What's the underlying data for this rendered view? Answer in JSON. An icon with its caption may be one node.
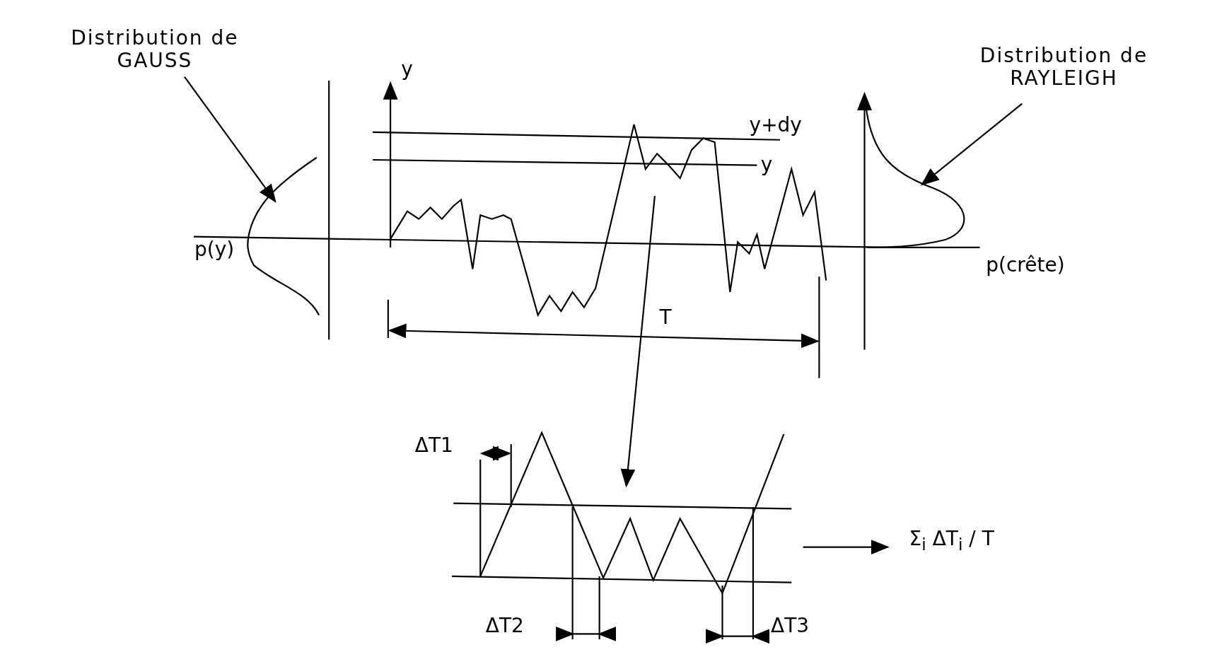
{
  "diagram": {
    "nodes": [
      {
        "text": [
          "Distribution de GAUSS"
        ]
      },
      {
        "text": [],
        "shape": "curve"
      },
      {
        "text": [
          "Distribution de RAYLEIGH"
        ]
      },
      {
        "text": [],
        "shape": "curve"
      },
      {
        "text": [],
        "shape": "curve"
      },
      {
        "text": [],
        "shape": "curve"
      },
      {
        "text": [
          "Σ$_{i}$ ΔT$_{i}$ / T"
        ]
      }
    ],
    "edges": [
      {
        "from": 0,
        "to": 1,
        "arrow": "to"
      },
      {
        "from": 2,
        "to": 3,
        "arrow": "to"
      },
      {
        "from": 4,
        "to": 5,
        "arrow": "to"
      },
      {
        "from": 5,
        "to": 6,
        "arrow": "to"
      }
    ],
    "labels": [
      "y",
      "y+dy",
      "y",
      "p(y)",
      "p(crête)",
      "T",
      "ΔT1",
      "ΔT2",
      "ΔT3"
    ]
  }
}
